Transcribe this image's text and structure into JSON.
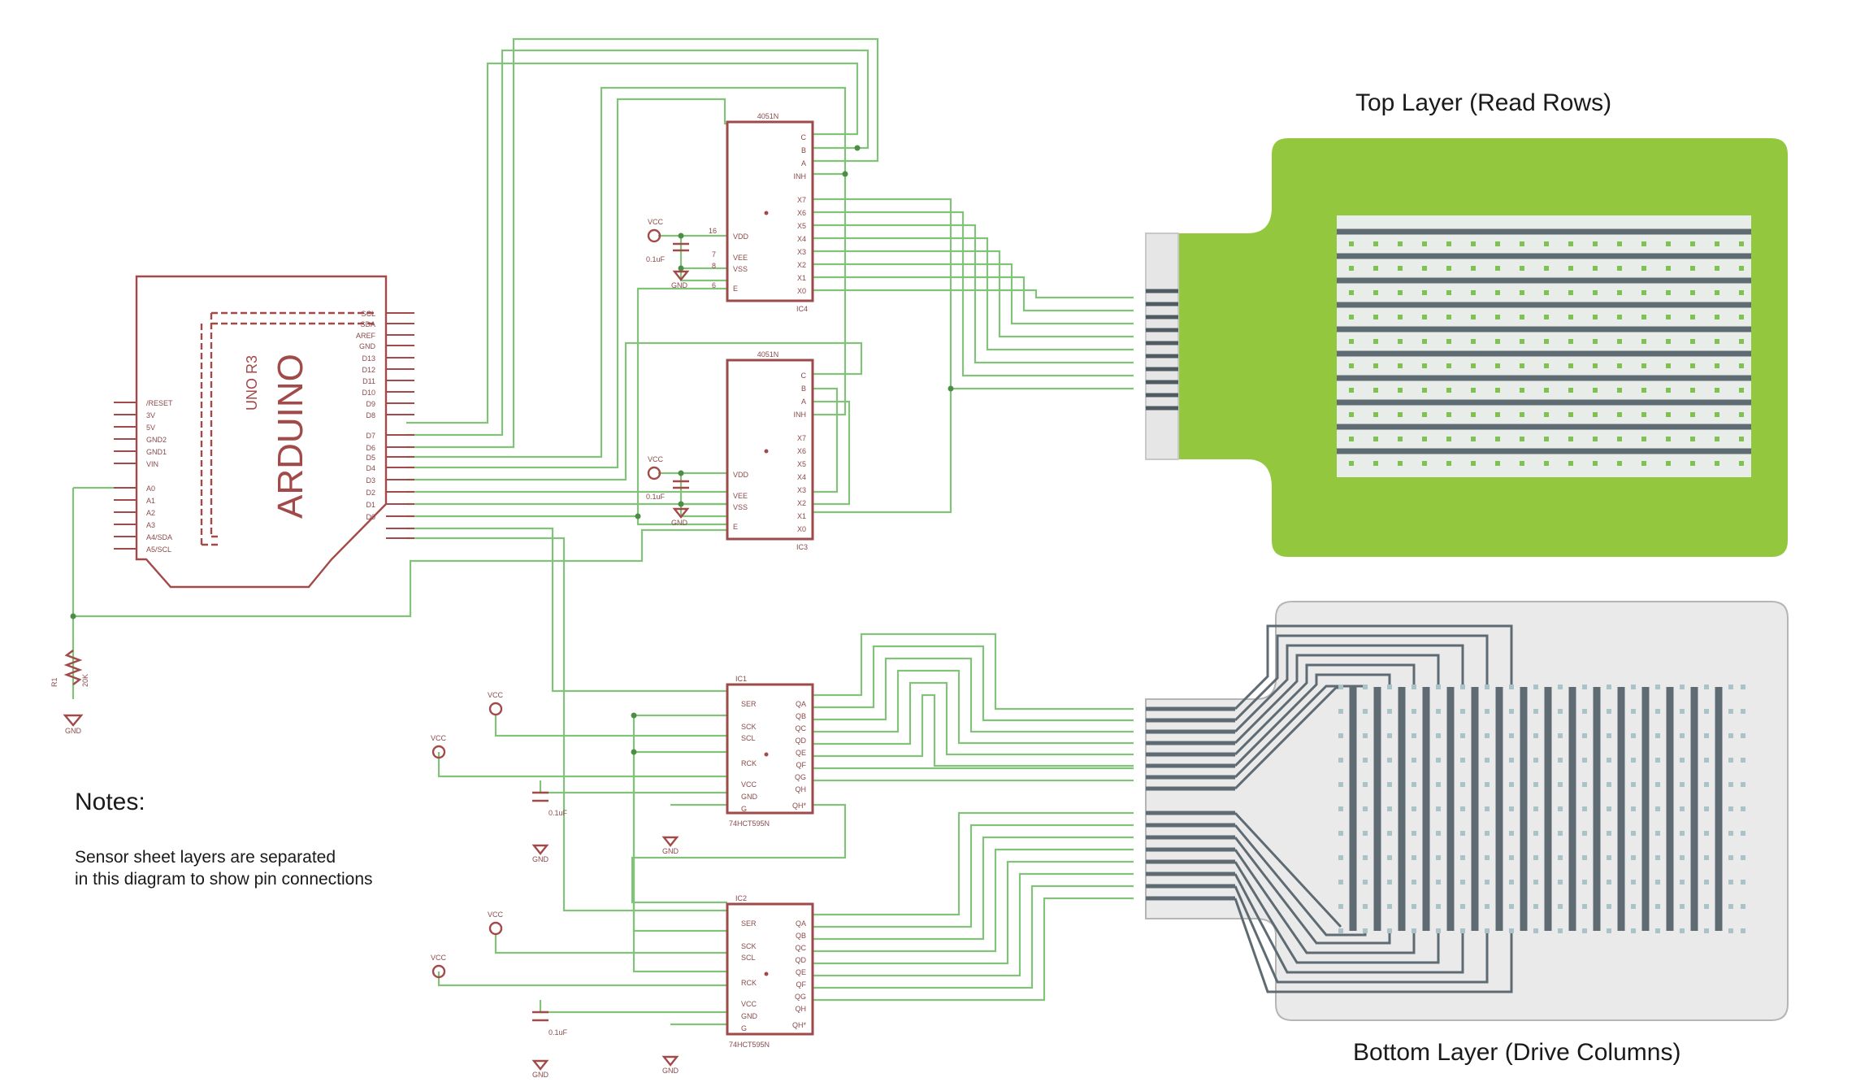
{
  "headings": {
    "top_layer": "Top Layer (Read Rows)",
    "bottom_layer": "Bottom Layer (Drive Columns)"
  },
  "notes": {
    "title": "Notes:",
    "line1": "Sensor sheet layers are separated",
    "line2": "in this diagram to show pin connections"
  },
  "arduino": {
    "brand": "ARDUINO",
    "model": "UNO R3",
    "left_pins": [
      "/RESET",
      "3V",
      "5V",
      "GND2",
      "GND1",
      "VIN",
      "",
      "A0",
      "A1",
      "A2",
      "A3",
      "A4/SDA",
      "A5/SCL"
    ],
    "right_pins": [
      "SCL",
      "SDA",
      "AREF",
      "GND",
      "D13",
      "D12",
      "D11",
      "D10",
      "D9",
      "D8",
      "",
      "D7",
      "D6",
      "D5",
      "D4",
      "D3",
      "D2",
      "D1",
      "D0"
    ]
  },
  "mux": {
    "part": "4051N",
    "left_pins": [
      "VDD",
      "VEE",
      "VSS",
      "E"
    ],
    "left_nums": [
      "16",
      "7",
      "8",
      "6"
    ],
    "right_pins": [
      "C",
      "B",
      "A",
      "INH",
      "X7",
      "X6",
      "X5",
      "X4",
      "X3",
      "X2",
      "X1",
      "X0"
    ],
    "refs": [
      "IC4",
      "IC3"
    ]
  },
  "shift_register": {
    "part": "74HCT595N",
    "left_pins": [
      "SER",
      "SCK",
      "SCL",
      "RCK",
      "VCC",
      "GND",
      "G"
    ],
    "right_pins": [
      "QA",
      "QB",
      "QC",
      "QD",
      "QE",
      "QF",
      "QG",
      "QH",
      "QH*"
    ],
    "refs": [
      "IC1",
      "IC2"
    ]
  },
  "labels": {
    "vcc": "VCC",
    "gnd": "GND",
    "cap": "0.1uF",
    "resistor_ref": "R1",
    "resistor_value": "20K"
  },
  "colors": {
    "wire": "#82c27a",
    "component": "#9c4a4a",
    "top_layer_fill": "#93c83e",
    "bottom_layer_fill": "#eaeaea",
    "electrode": "#5f6b72",
    "sensor_dot": "#a9c3c9"
  }
}
